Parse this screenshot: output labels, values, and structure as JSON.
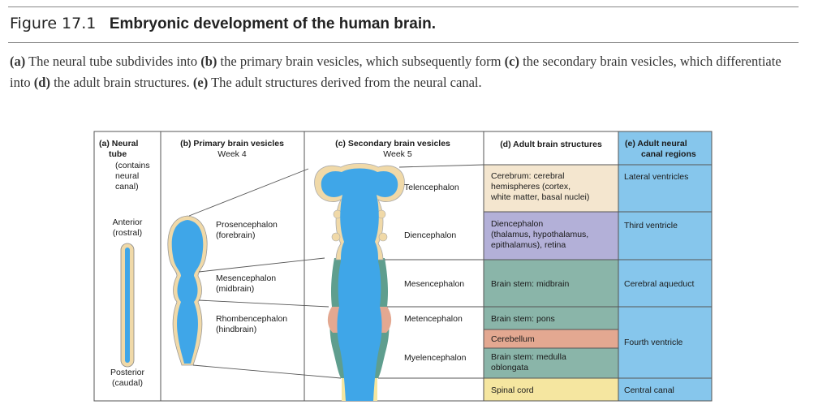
{
  "figure": {
    "label": "Figure 17.1",
    "title": "Embryonic development of the human brain.",
    "caption": [
      {
        "text": "(a)",
        "bold": true
      },
      {
        "text": " The neural tube subdivides into ",
        "bold": false
      },
      {
        "text": "(b)",
        "bold": true
      },
      {
        "text": " the primary brain vesicles, which subsequently form ",
        "bold": false
      },
      {
        "text": "(c)",
        "bold": true
      },
      {
        "text": " the secondary brain vesicles, which differentiate into ",
        "bold": false
      },
      {
        "text": "(d)",
        "bold": true
      },
      {
        "text": " the adult brain structures. ",
        "bold": false
      },
      {
        "text": "(e)",
        "bold": true
      },
      {
        "text": " The adult structures derived from the neural canal.",
        "bold": false
      }
    ]
  },
  "columns": {
    "a": {
      "title_lines": [
        "(a) Neural",
        "tube"
      ],
      "note_lines": [
        "(contains",
        "neural",
        "canal)"
      ]
    },
    "b": {
      "title": "(b) Primary brain vesicles",
      "subtitle": "Week 4"
    },
    "c": {
      "title": "(c) Secondary brain vesicles",
      "subtitle": "Week 5"
    },
    "d": {
      "title": "(d) Adult brain structures"
    },
    "e": {
      "title_lines": [
        "(e) Adult neural",
        "canal regions"
      ]
    }
  },
  "orientation": {
    "anterior": [
      "Anterior",
      "(rostral)"
    ],
    "posterior": [
      "Posterior",
      "(caudal)"
    ]
  },
  "primary_vesicles": [
    {
      "lines": [
        "Prosencephalon",
        "(forebrain)"
      ]
    },
    {
      "lines": [
        "Mesencephalon",
        "(midbrain)"
      ]
    },
    {
      "lines": [
        "Rhombencephalon",
        "(hindbrain)"
      ]
    }
  ],
  "secondary_vesicles": [
    "Telencephalon",
    "Diencephalon",
    "Mesencephalon",
    "Metencephalon",
    "Myelencephalon"
  ],
  "adult_structures": [
    {
      "lines": [
        "Cerebrum: cerebral",
        "hemispheres (cortex,",
        "white matter, basal nuclei)"
      ],
      "color": "#f4e6cf"
    },
    {
      "lines": [
        "Diencephalon",
        "(thalamus, hypothalamus,",
        "epithalamus), retina"
      ],
      "color": "#b3b0d8"
    },
    {
      "lines": [
        "Brain stem: midbrain"
      ],
      "color": "#8ab5a9"
    },
    {
      "lines": [
        "Brain stem: pons"
      ],
      "color": "#8ab5a9"
    },
    {
      "lines": [
        "Cerebellum"
      ],
      "color": "#e3a891"
    },
    {
      "lines": [
        "Brain stem: medulla",
        "oblongata"
      ],
      "color": "#8ab5a9"
    },
    {
      "lines": [
        "Spinal cord"
      ],
      "color": "#f5e6a0"
    }
  ],
  "canal_regions": [
    "Lateral ventricles",
    "Third ventricle",
    "Cerebral aqueduct",
    "Fourth ventricle",
    "Central canal"
  ],
  "colors": {
    "canal_blue": "#3fa6e8",
    "tube_wall": "#f0d9a8",
    "teal": "#5f9e8e",
    "salmon": "#e3a891",
    "column_e_blue": "#86c6ec",
    "border": "#555555"
  }
}
